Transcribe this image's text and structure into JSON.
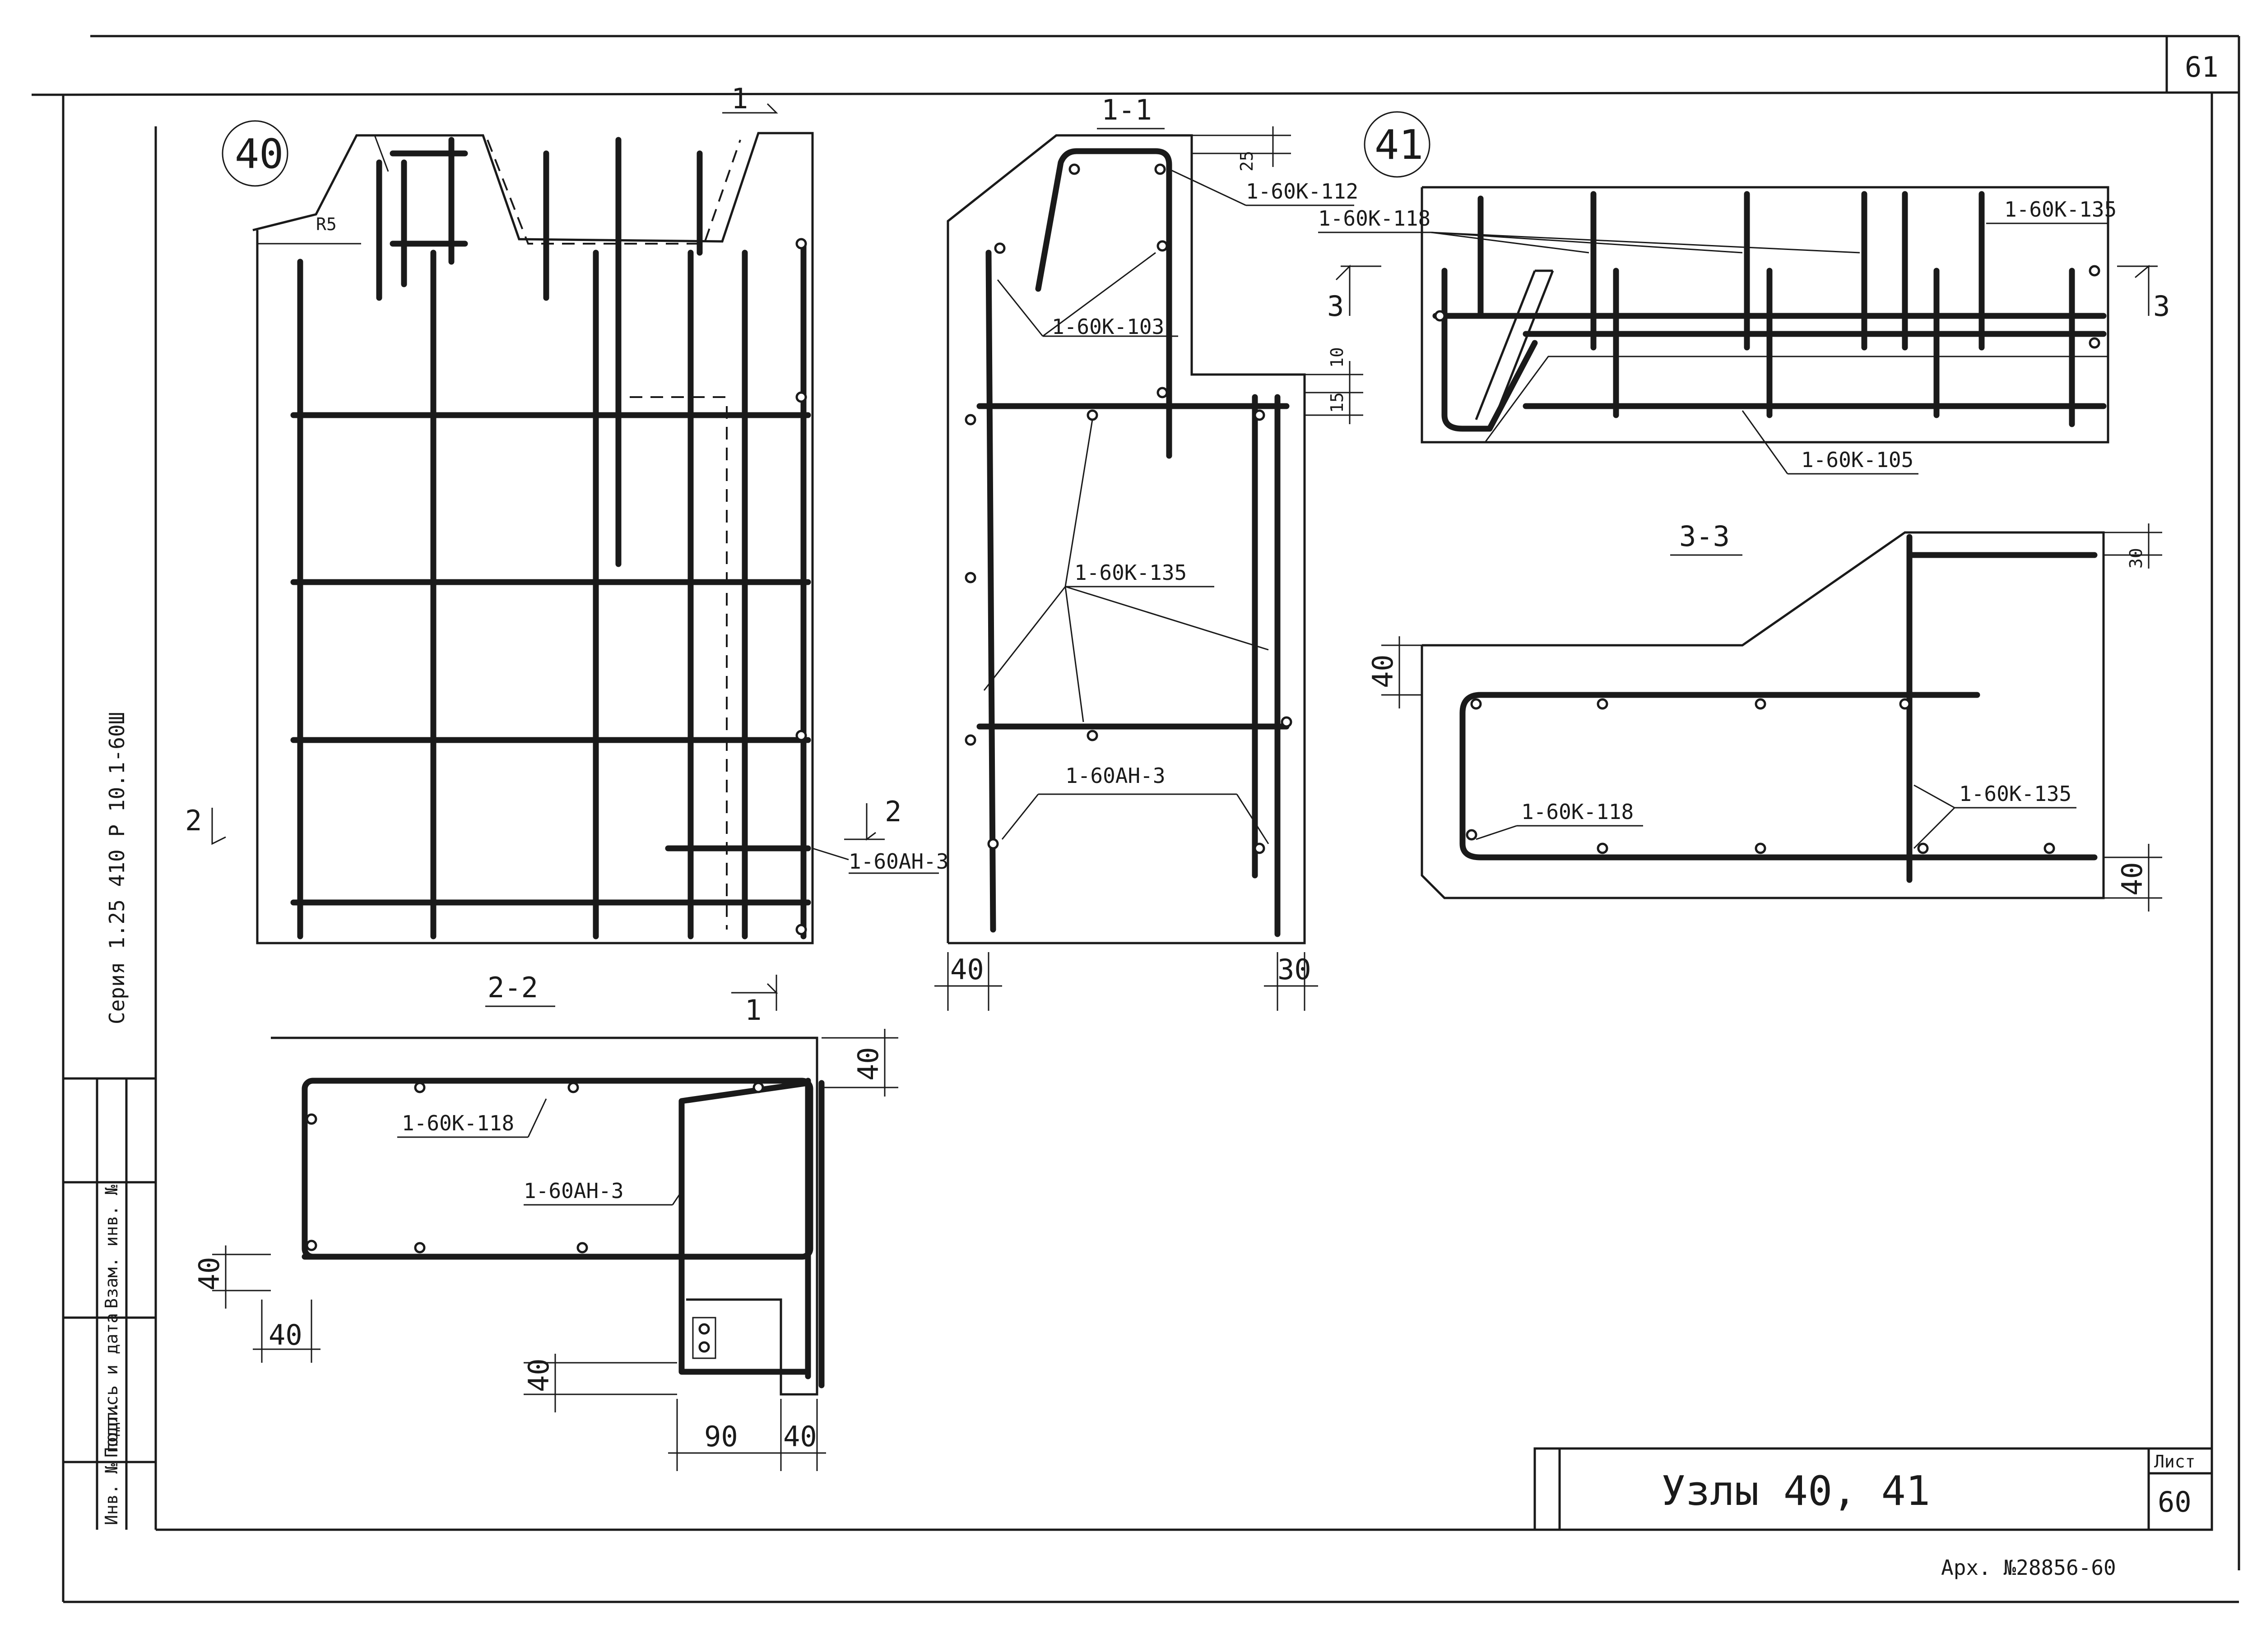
{
  "sheet": {
    "page_number": "61",
    "title": "Узлы 40, 41",
    "sheet_label": "Лист",
    "sheet_number": "60",
    "archive_number": "Арх. №28856-60",
    "series_code": "Серия 1.25 410 Р 10.1-60Ш",
    "stamp_fields": [
      "Инв. № подл.",
      "Подпись и дата",
      "Взам. инв. №"
    ]
  },
  "nodes": {
    "node40": "40",
    "node41": "41"
  },
  "sections": {
    "s11": "1-1",
    "s22": "2-2",
    "s33": "3-3",
    "mark1": "1",
    "mark2": "2",
    "mark3": "3"
  },
  "rebar_marks": {
    "k103": "1-60К-103",
    "k105": "1-60К-105",
    "k112": "1-60К-112",
    "k118": "1-60К-118",
    "k135": "1-60К-135",
    "an3": "1-60АН-3"
  },
  "dimensions": {
    "r25": "R5",
    "d25": "25",
    "d10": "10",
    "d15": "15",
    "d30": "30",
    "d40": "40",
    "d90": "90"
  }
}
